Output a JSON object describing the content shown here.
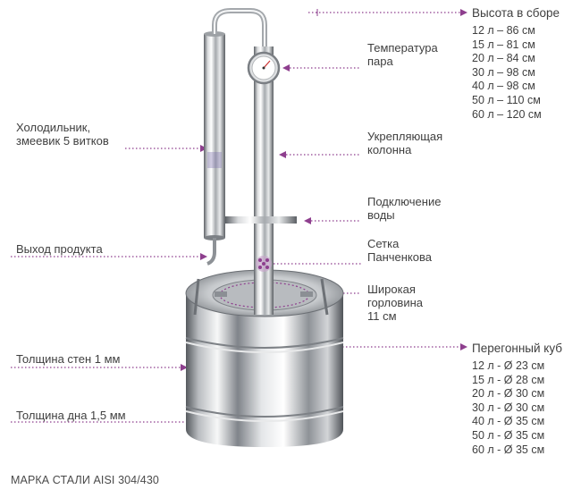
{
  "labels": {
    "height_title": "Высота в сборе",
    "temperature": [
      "Температура",
      "пара"
    ],
    "condenser": [
      "Холодильник,",
      "змеевик 5 витков"
    ],
    "column": [
      "Укрепляющая",
      "колонна"
    ],
    "water": [
      "Подключение",
      "воды"
    ],
    "product_outlet": "Выход продукта",
    "mesh": [
      "Сетка",
      "Панченкова"
    ],
    "neck": [
      "Широкая",
      "горловина",
      "11 см"
    ],
    "wall": "Толщина стен 1 мм",
    "still_title": "Перегонный куб",
    "bottom": "Толщина дна 1,5 мм"
  },
  "heights": [
    "12 л – 86 см",
    "15 л – 81 см",
    "20 л – 84 см",
    "30 л – 98 см",
    "40 л – 98 см",
    "50 л – 110 см",
    "60 л – 120 см"
  ],
  "diameters": [
    "12 л - Ø 23 см",
    "15 л - Ø 28 см",
    "20 л - Ø 30 см",
    "30 л - Ø 30 см",
    "40 л - Ø 35 см",
    "50 л - Ø 35 см",
    "60 л - Ø 35 см"
  ],
  "footer": "МАРКА СТАЛИ AISI 304/430",
  "colors": {
    "accent": "#8e3f8e",
    "text": "#3f3f3f",
    "steel_dark": "#6e7277",
    "steel_light": "#f2f3f4"
  }
}
